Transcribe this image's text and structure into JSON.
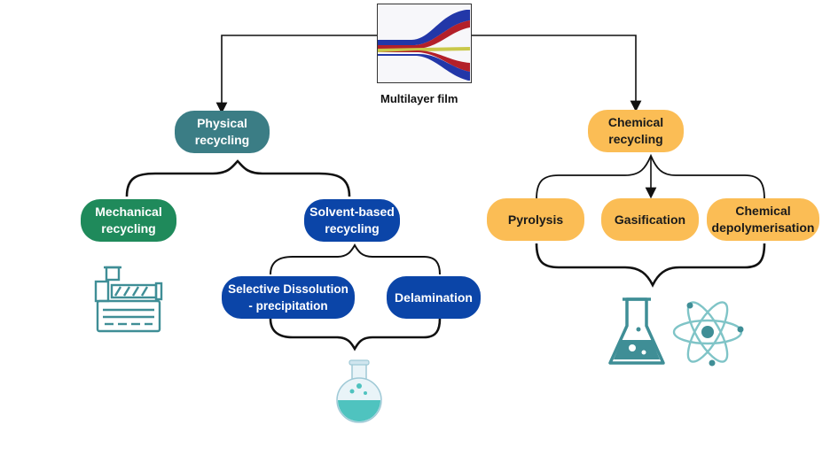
{
  "root": {
    "label": "Multilayer film"
  },
  "physical": {
    "label": "Physical recycling",
    "mechanical": {
      "label": "Mechanical recycling"
    },
    "solvent": {
      "label": "Solvent-based recycling",
      "children": [
        {
          "label": "Selective Dissolution - precipitation"
        },
        {
          "label": "Delamination"
        }
      ]
    }
  },
  "chemical": {
    "label": "Chemical recycling",
    "children": [
      {
        "label": "Pyrolysis"
      },
      {
        "label": "Gasification"
      },
      {
        "label": "Chemical depolymerisation"
      }
    ]
  },
  "icons": {
    "film": "multilayer-film-image",
    "extruder": "extruder-machine-icon",
    "round_flask": "round-bottom-flask-icon",
    "erlenmeyer": "erlenmeyer-flask-icon",
    "atom": "atom-icon"
  },
  "colors": {
    "physical": "#3b7d85",
    "mechanical": "#1f8a5b",
    "solvent": "#0b45a8",
    "chemical": "#fbbd55",
    "icon": "#3f8e96"
  }
}
